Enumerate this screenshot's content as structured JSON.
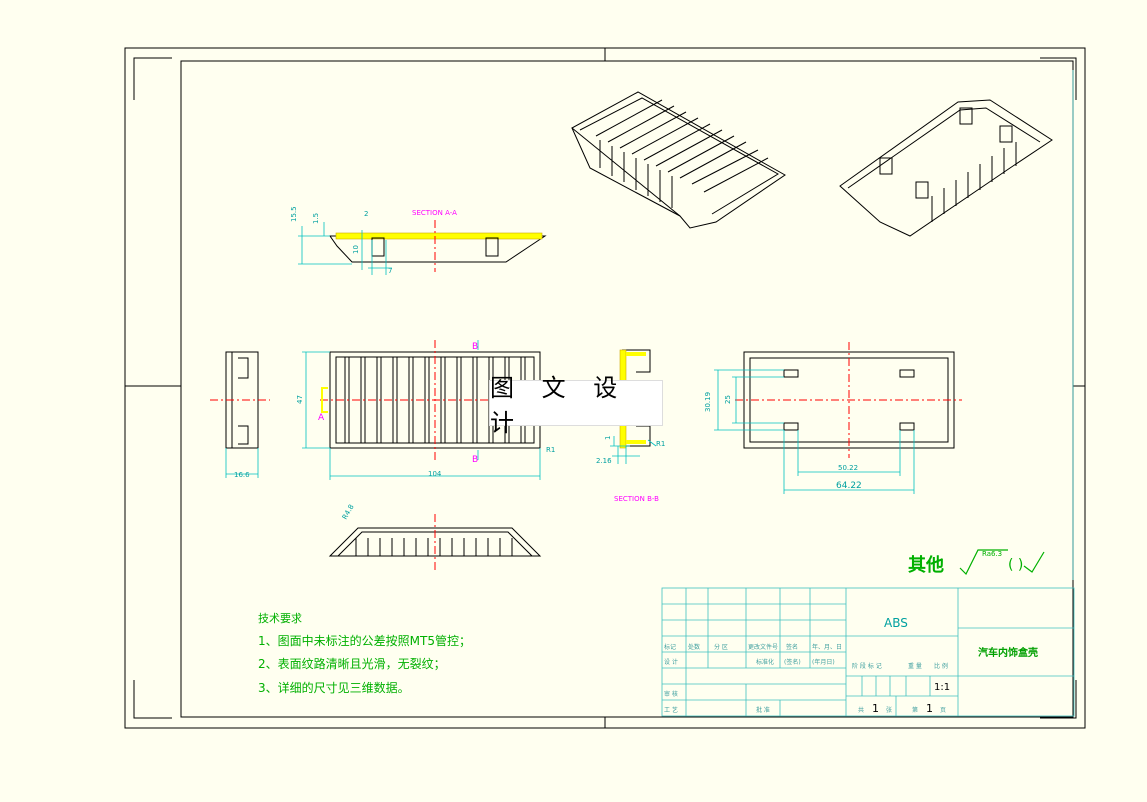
{
  "watermark": "图 文 设 计",
  "section_a_label": "SECTION A-A",
  "section_b_label": "SECTION B-B",
  "dimensions": {
    "d_15_5": "15.5",
    "d_1_5": "1.5",
    "d_2": "2",
    "d_10": "10",
    "d_7": "7",
    "d_47": "47",
    "d_104": "104",
    "d_16_6": "16.6",
    "d_r1_left": "R1",
    "d_1": "1",
    "d_2_16": "2.16",
    "d_r1_right": "R1",
    "d_30_19": "30.19",
    "d_25": "25",
    "d_50_22": "50.22",
    "d_64_22": "64.22",
    "d_r4_8": "R4.8"
  },
  "view_labels": {
    "a": "A",
    "b_top": "B",
    "b_bottom": "B"
  },
  "surface": {
    "label": "其他",
    "value": "Ra6.3",
    "paren": "(   )"
  },
  "tech_requirements": {
    "title": "技术要求",
    "items": [
      "1、图面中未标注的公差按照MT5管控；",
      "2、表面纹路清晰且光滑，无裂纹；",
      "3、详细的尺寸见三维数据。"
    ]
  },
  "title_block": {
    "material": "ABS",
    "part_name": "汽车内饰盒壳",
    "scale": "1:1",
    "headers": [
      "标记",
      "处数",
      "分 区",
      "更改文件号",
      "签名",
      "年、月、日"
    ],
    "design": "设 计",
    "std": "标准化",
    "sign_hint": "(签名)",
    "date_hint": "(年月日)",
    "check": "审 核",
    "craft": "工 艺",
    "approve": "批 准",
    "stage_headers": [
      "阶 段 标 记",
      "重 量",
      "比 例"
    ],
    "total_pre": "共",
    "total_num": "1",
    "total_unit": "张",
    "sheet_pre": "第",
    "sheet_num": "1",
    "sheet_unit": "页"
  },
  "colors": {
    "frame": "#000000",
    "dim": "#00c0c0",
    "center": "#ff0000",
    "section": "#ff00ff",
    "hatch": "#ffff00",
    "green": "#00b000",
    "table": "#40c0c0"
  }
}
